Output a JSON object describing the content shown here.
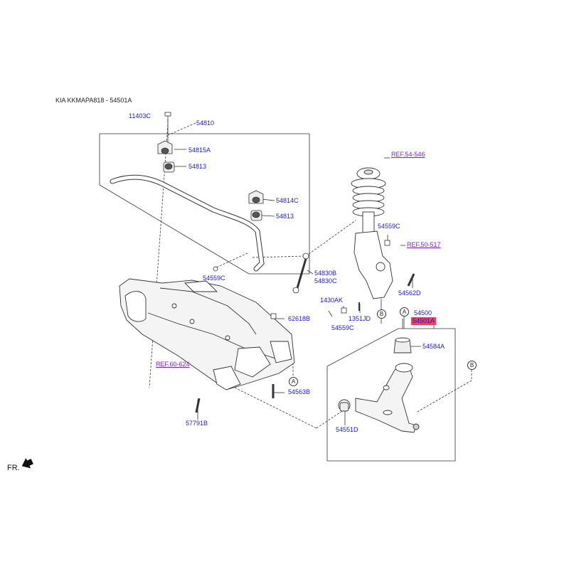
{
  "header": {
    "title": "KIA KKMAPA818 - 54501A"
  },
  "direction_label": "FR.",
  "refs": {
    "r54546": "REF.54-546",
    "r50517": "REF.50-517",
    "r60624": "REF.60-624"
  },
  "parts": {
    "p11403c": "11403C",
    "p54810": "54810",
    "p54815a": "54815A",
    "p54813a": "54813",
    "p54814c": "54814C",
    "p54813b": "54813",
    "p54559c_a": "54559C",
    "p54830b": "54830B",
    "p54830c": "54830C",
    "p54559c_b": "54559C",
    "p54562d": "54562D",
    "p1430ak": "1430AK",
    "p1351jd": "1351JD",
    "p54559c_c": "54559C",
    "p54500": "54500",
    "p54501a": "54501A",
    "p62618b": "62618B",
    "p54584a": "54584A",
    "p54563b": "54563B",
    "p57791b": "57791B",
    "p54551d": "54551D"
  },
  "callouts": {
    "a": "A",
    "b": "B"
  },
  "colors": {
    "part_link": "#1a1ad8",
    "ref_link": "#7a1fd2",
    "highlight": "#e8445e",
    "line": "#333333"
  },
  "icons": {
    "direction": "arrow-icon"
  }
}
